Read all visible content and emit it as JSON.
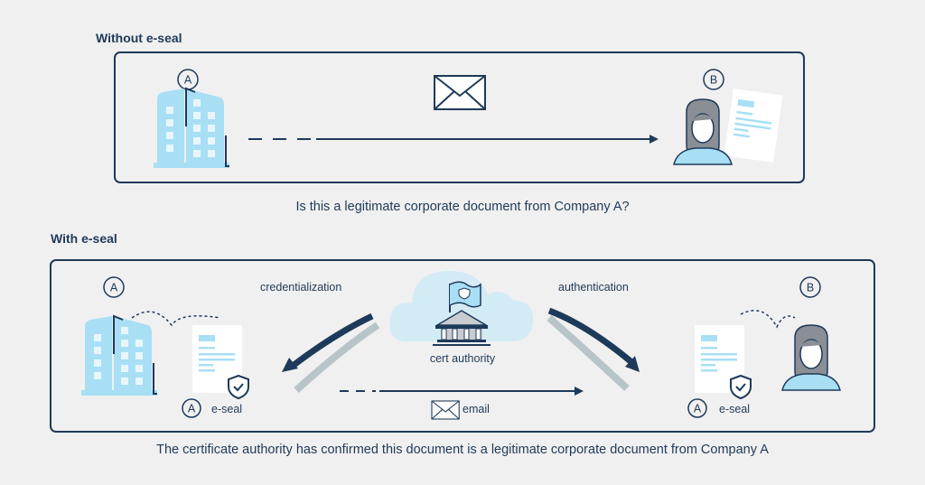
{
  "without": {
    "title": "Without e-seal",
    "party_a": "A",
    "party_b": "B",
    "question": "Is this a legitimate corporate document from Company A?"
  },
  "with": {
    "title": "With e-seal",
    "party_a": "A",
    "party_b": "B",
    "credentialization": "credentialization",
    "authentication": "authentication",
    "cert_authority": "cert authority",
    "email": "email",
    "seal_a_left": "A",
    "seal_label_left": "e-seal",
    "seal_a_right": "A",
    "seal_label_right": "e-seal",
    "caption": "The certificate authority has confirmed this document is a legitimate corporate document from Company A"
  },
  "colors": {
    "navy": "#1e3a5a",
    "light_blue": "#a8dff5",
    "gray": "#b8c5c8",
    "cloud": "#d3ebf5",
    "background": "#f0f0f0"
  }
}
